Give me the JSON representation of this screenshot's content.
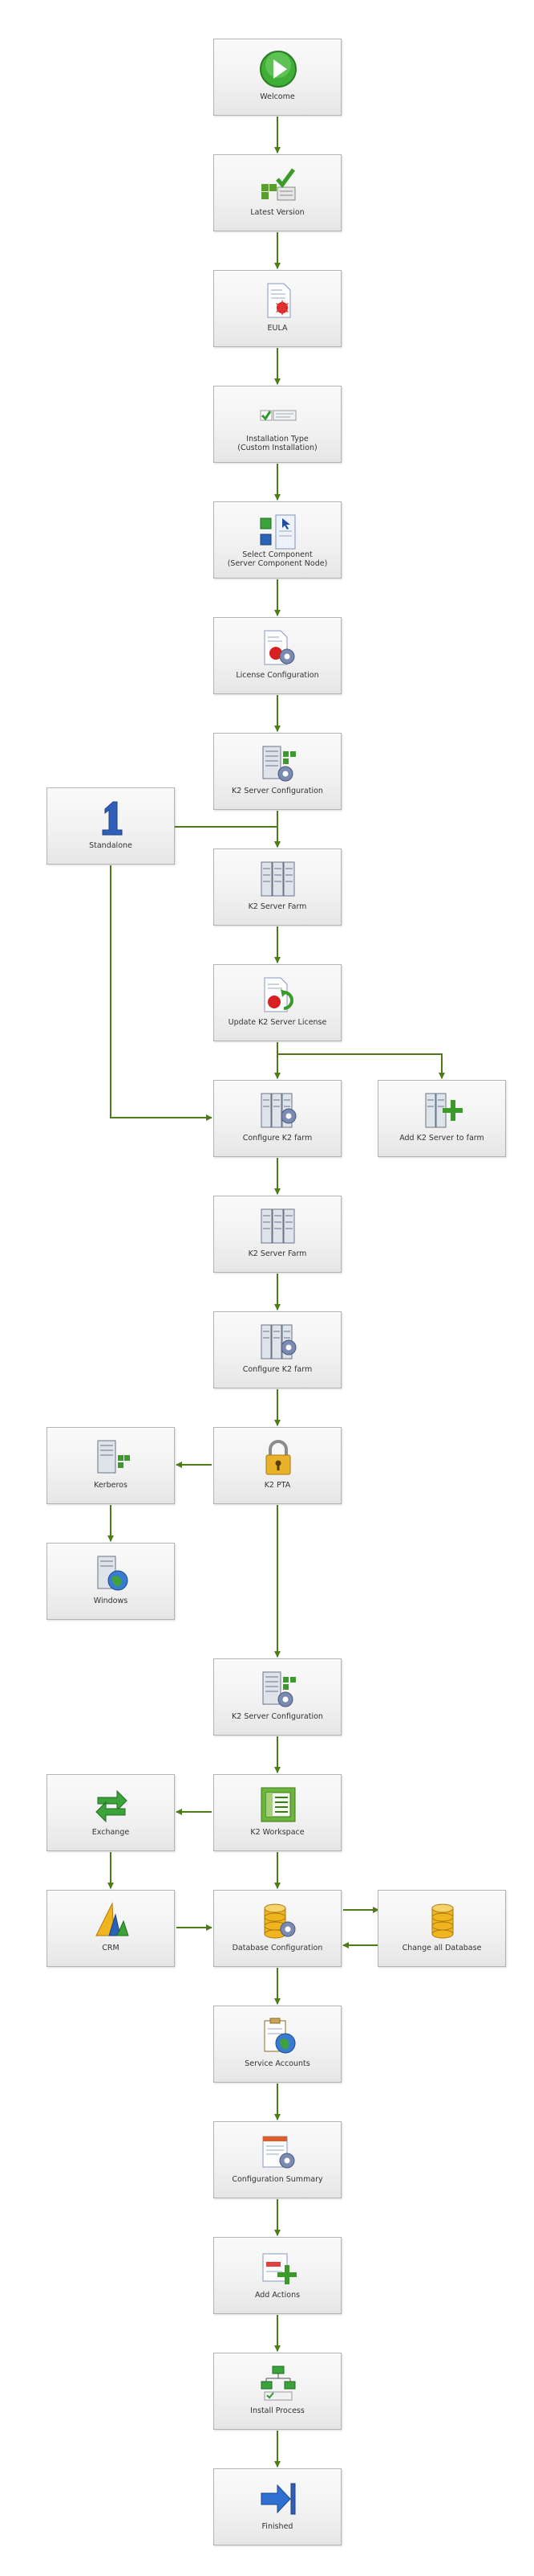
{
  "colors": {
    "arrow": "#4e7a1a",
    "border": "#b4b4b4",
    "text": "#333333"
  },
  "nodes": {
    "welcome": {
      "label": "Welcome",
      "icon": "play-icon"
    },
    "latest_version": {
      "label": "Latest Version",
      "icon": "latest-version-icon"
    },
    "eula": {
      "label": "EULA",
      "icon": "document-seal-icon"
    },
    "installation_type": {
      "label": "Installation Type\n(Custom Installation)",
      "icon": "installation-type-icon"
    },
    "select_component": {
      "label": "Select Component\n(Server Component Node)",
      "icon": "select-component-icon"
    },
    "license_configuration": {
      "label": "License Configuration",
      "icon": "license-config-icon"
    },
    "k2_server_configuration_1": {
      "label": "K2 Server Configuration",
      "icon": "server-config-icon"
    },
    "standalone": {
      "label": "Standalone",
      "icon": "number-one-icon"
    },
    "k2_server_farm_1": {
      "label": "K2 Server Farm",
      "icon": "server-farm-icon"
    },
    "update_license": {
      "label": "Update K2 Server License",
      "icon": "update-license-icon"
    },
    "configure_farm_1": {
      "label": "Configure K2 farm",
      "icon": "configure-farm-icon"
    },
    "add_server_to_farm": {
      "label": "Add K2 Server to farm",
      "icon": "add-server-icon"
    },
    "k2_server_farm_2": {
      "label": "K2 Server Farm",
      "icon": "server-farm-icon"
    },
    "configure_farm_2": {
      "label": "Configure K2 farm",
      "icon": "configure-farm-icon"
    },
    "k2_pta": {
      "label": "K2 PTA",
      "icon": "lock-icon"
    },
    "kerberos": {
      "label": "Kerberos",
      "icon": "kerberos-icon"
    },
    "windows": {
      "label": "Windows",
      "icon": "windows-globe-icon"
    },
    "k2_server_configuration_2": {
      "label": "K2 Server Configuration",
      "icon": "server-config-icon"
    },
    "k2_workspace": {
      "label": "K2 Workspace",
      "icon": "workspace-icon"
    },
    "exchange": {
      "label": "Exchange",
      "icon": "exchange-icon"
    },
    "crm": {
      "label": "CRM",
      "icon": "crm-icon"
    },
    "database_configuration": {
      "label": "Database Configuration",
      "icon": "database-config-icon"
    },
    "change_all_database": {
      "label": "Change all Database",
      "icon": "database-icon"
    },
    "service_accounts": {
      "label": "Service Accounts",
      "icon": "service-accounts-icon"
    },
    "configuration_summary": {
      "label": "Configuration Summary",
      "icon": "summary-icon"
    },
    "add_actions": {
      "label": "Add Actions",
      "icon": "add-actions-icon"
    },
    "install_process": {
      "label": "Install Process",
      "icon": "install-process-icon"
    },
    "finished": {
      "label": "Finished",
      "icon": "finish-arrow-icon"
    }
  }
}
